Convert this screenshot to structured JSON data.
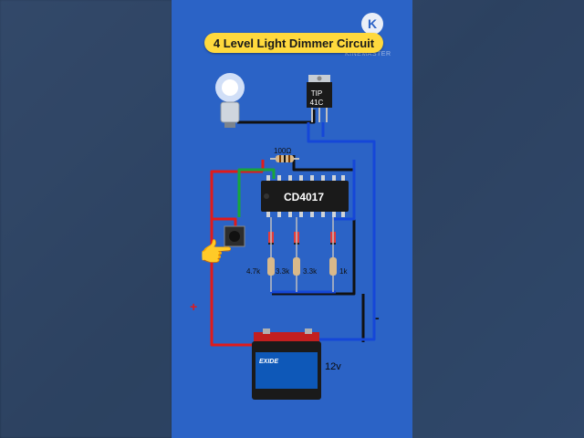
{
  "title": "4 Level Light Dimmer Circuit",
  "logo_letter": "K",
  "watermark_text": "KINEMASTER",
  "transistor": {
    "line1": "TIP",
    "line2": "41C"
  },
  "ic_label": "CD4017",
  "resistor_top_label": "100Ω",
  "resistors": [
    "4.7k",
    "3.3k",
    "3.3k",
    "1k"
  ],
  "battery": {
    "brand": "EXIDE",
    "voltage": "12v"
  },
  "polarity": {
    "plus": "+",
    "minus": "-"
  },
  "hand_emoji": "👉",
  "colors": {
    "panel": "#2b63c6",
    "title_bg": "#ffd93d",
    "wire_red": "#e01b1b",
    "wire_green": "#18a63a",
    "wire_blue": "#1547d8",
    "wire_black": "#111111"
  }
}
